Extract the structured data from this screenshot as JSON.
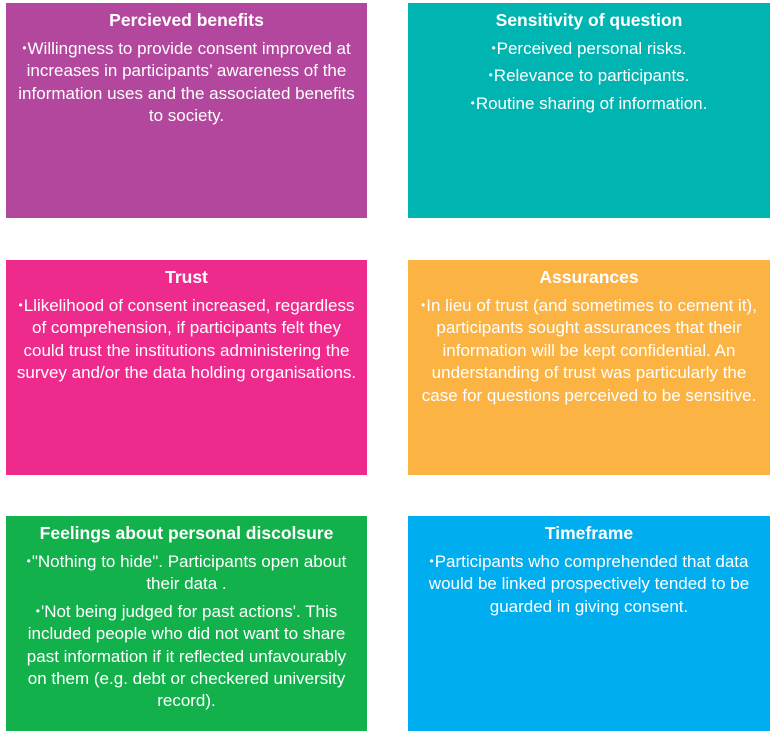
{
  "boxes": [
    {
      "title": "Percieved benefits",
      "color": "#B3479D",
      "items": [
        "Willingness to provide consent improved at increases in participants’ awareness of the information uses and the associated benefits to society."
      ]
    },
    {
      "title": "Sensitivity of question",
      "color": "#00B5B1",
      "items": [
        "Perceived personal risks.",
        "Relevance to participants.",
        "Routine sharing of information."
      ]
    },
    {
      "title": "Trust",
      "color": "#EE2A8C",
      "items": [
        "Llikelihood of consent increased, regardless of comprehension, if participants felt they could trust the institutions administering the survey and/or the data holding organisations."
      ]
    },
    {
      "title": "Assurances",
      "color": "#FBB344",
      "items": [
        "In lieu of trust (and sometimes to cement it), participants sought assurances that their information will be kept confidential. An understanding of trust was particularly the case for questions perceived to be sensitive."
      ]
    },
    {
      "title": "Feelings about personal discolsure",
      "color": "#12B14B",
      "items": [
        "\"Nothing to hide\". Participants open about their data .",
        "'Not being judged for past actions'. This included people who did not want to share past information if it reflected unfavourably on them (e.g. debt or checkered university record)."
      ]
    },
    {
      "title": "Timeframe",
      "color": "#00AEEF",
      "items": [
        "Participants who comprehended that data would  be linked prospectively tended to be guarded in giving consent."
      ]
    }
  ],
  "bullet_glyph": "•"
}
